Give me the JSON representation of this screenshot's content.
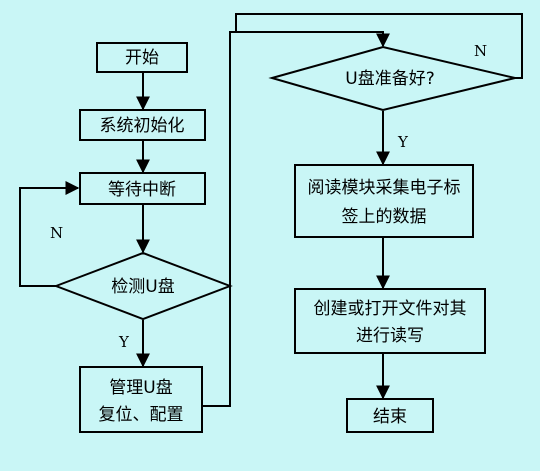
{
  "nodes": {
    "start": "开始",
    "init": "系统初始化",
    "wait": "等待中断",
    "detect": "检测U盘",
    "manage_line1": "管理U盘",
    "manage_line2": "复位、配置",
    "ready": "U盘准备好?",
    "read_line1": "阅读模块采集电子标",
    "read_line2": "签上的数据",
    "write_line1": "创建或打开文件对其",
    "write_line2": "进行读写",
    "end": "结束"
  },
  "labels": {
    "detect_no": "N",
    "detect_yes": "Y",
    "ready_no": "N",
    "ready_yes": "Y"
  },
  "colors": {
    "background": "#c9f6f6",
    "stroke": "#000000"
  }
}
